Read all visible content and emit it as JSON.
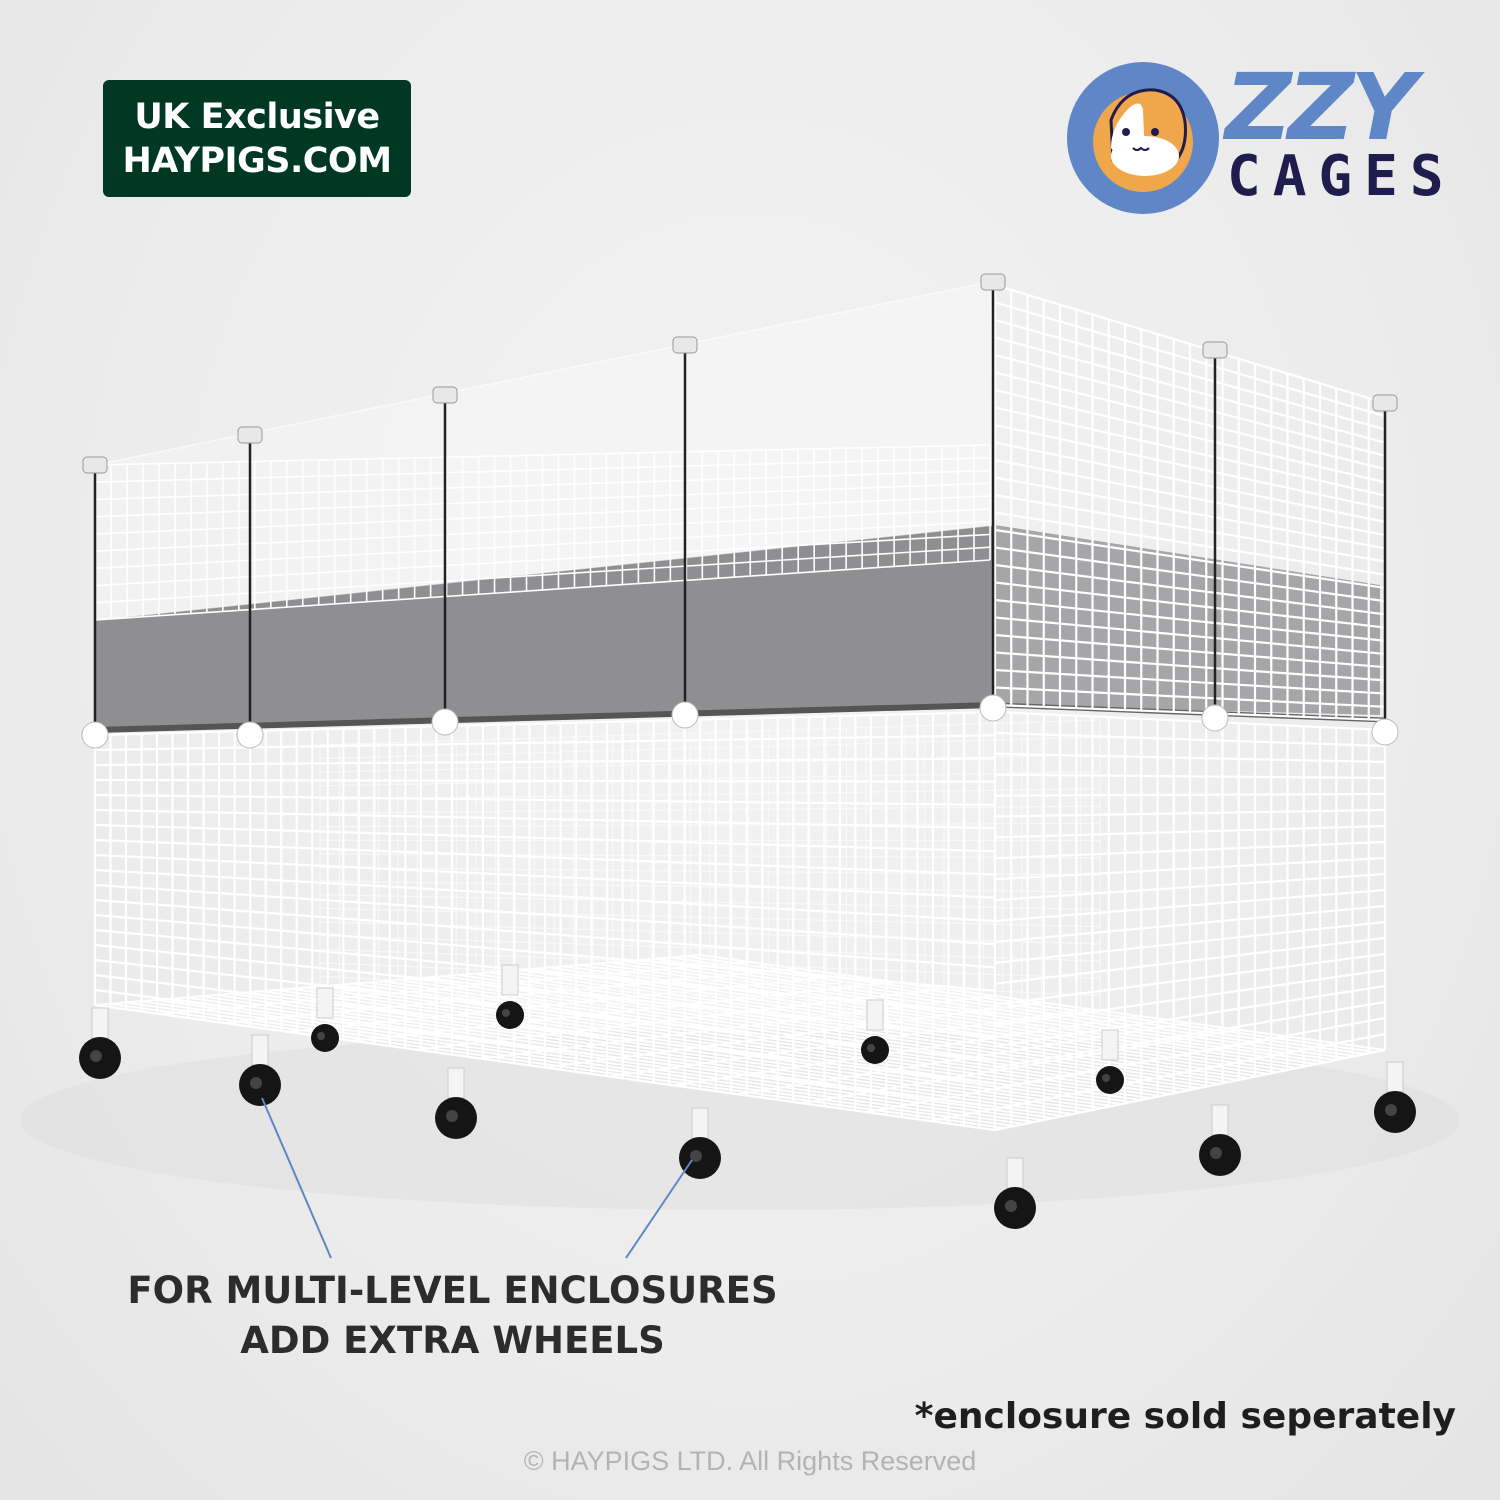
{
  "badge": {
    "line1": "UK Exclusive",
    "line2": "HAYPIGS.COM",
    "bg_color": "#003823"
  },
  "logo": {
    "word_top": "ZZY",
    "word_bottom": "CAGES",
    "blue": "#5f86c6",
    "navy": "#1f1d4d",
    "orange": "#f0a64a",
    "brand_name": "OZZY CAGES"
  },
  "callout": {
    "line1": "FOR MULTI-LEVEL ENCLOSURES",
    "line2": "ADD EXTRA WHEELS",
    "pointer_color": "#5f86c6"
  },
  "note": "*enclosure sold seperately",
  "copyright": "© HAYPIGS LTD. All Rights Reserved"
}
